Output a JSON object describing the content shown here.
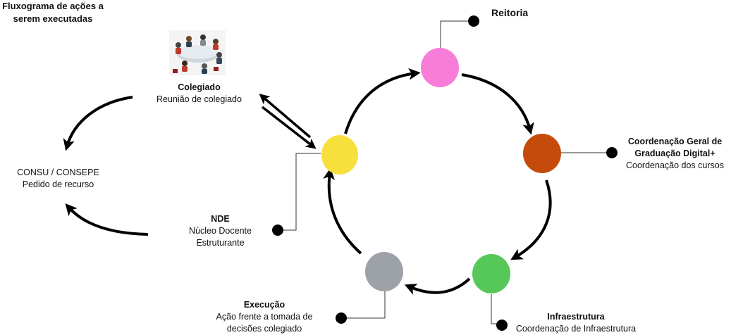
{
  "diagram": {
    "center_title": [
      "Fluxograma de ações a",
      "serem executadas"
    ],
    "nodes": [
      {
        "id": "reitoria",
        "color": "#f77dd8",
        "title": "Reitoria",
        "lines": []
      },
      {
        "id": "coordenacao",
        "color": "#c44b0a",
        "title_lines": [
          "Coordenação Geral de",
          "Graduação Digital+"
        ],
        "lines": [
          "Coordenação dos cursos"
        ]
      },
      {
        "id": "infraestrutura",
        "color": "#56c85a",
        "title": "Infraestrutura",
        "lines": [
          "Coordenação de Infraestrutura"
        ]
      },
      {
        "id": "execucao",
        "color": "#9da1a8",
        "title": "Execução",
        "lines": [
          "Ação frente a tomada de",
          "decisões colegiado"
        ]
      },
      {
        "id": "nde",
        "color": "#f7df3c",
        "title": "NDE",
        "lines": [
          "Núcleo Docente",
          "Estruturante"
        ]
      }
    ],
    "colegiado": {
      "title": "Colegiado",
      "subtitle": "Reunião de colegiado",
      "image": "meeting-illustration"
    },
    "consu": {
      "title": "CONSU / CONSEPE",
      "subtitle": "Pedido de recurso"
    }
  }
}
